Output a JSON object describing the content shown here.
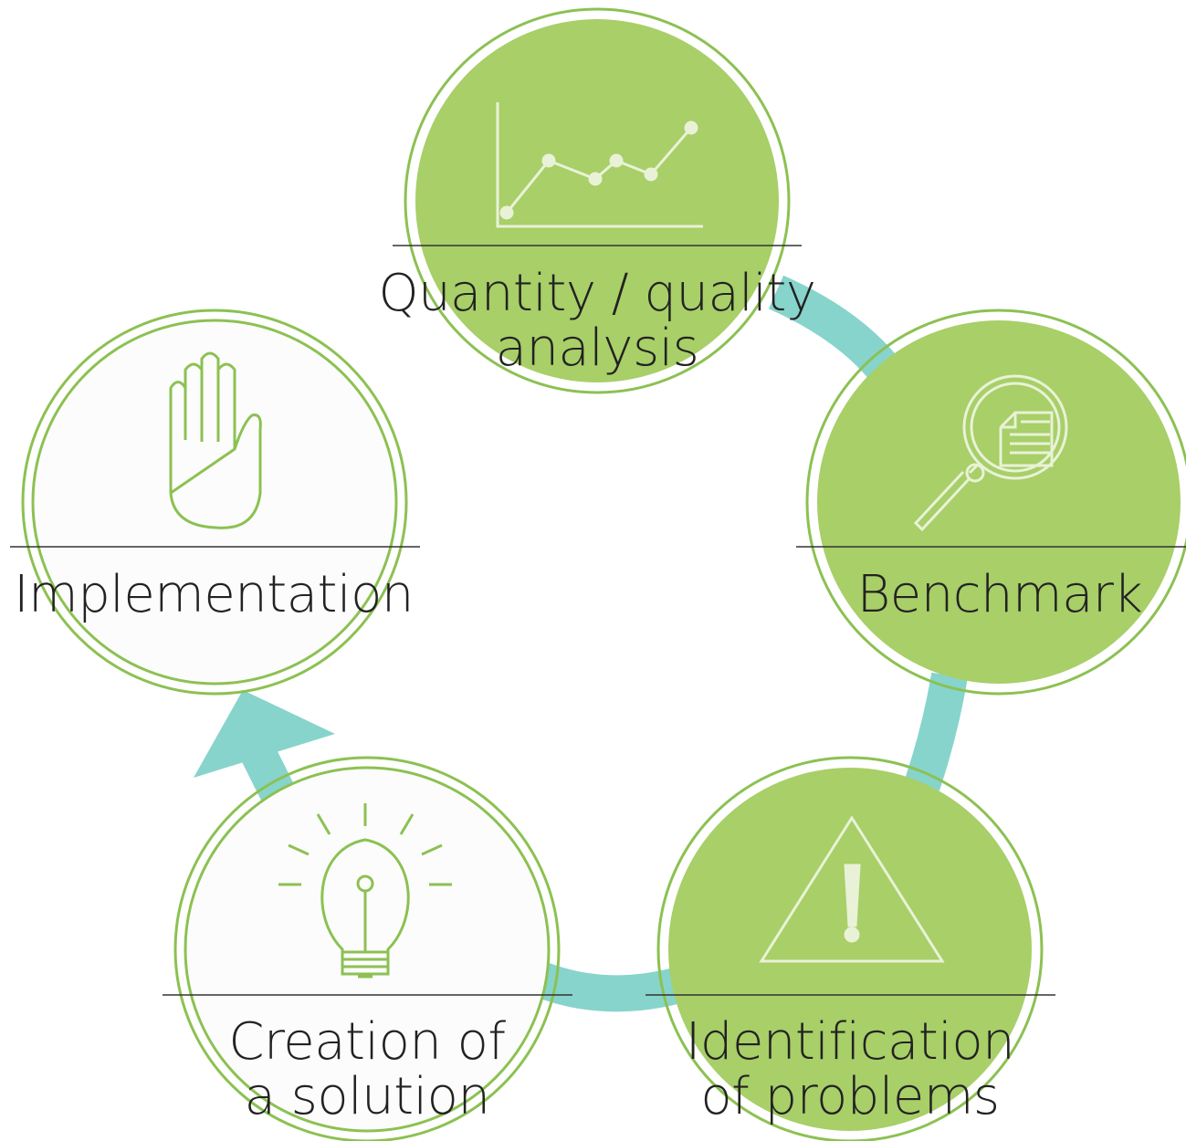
{
  "colors": {
    "green": "#a8cf68",
    "ring": "#8cc152",
    "arrow": "#87d4cc",
    "white_fill": "#fcfcfc",
    "icon_stroke_on_green": "#e9f2d7",
    "icon_stroke_on_white": "#8cc152",
    "rule": "#333333",
    "text": "#222222"
  },
  "steps": [
    {
      "id": "quantity",
      "lines": [
        "Quantity / quality",
        "analysis"
      ],
      "fill": "green",
      "icon": "line-chart-icon"
    },
    {
      "id": "benchmark",
      "lines": [
        "Benchmark"
      ],
      "fill": "green",
      "icon": "magnifier-document-icon"
    },
    {
      "id": "problems",
      "lines": [
        "Identification",
        "of problems"
      ],
      "fill": "green",
      "icon": "warning-triangle-icon"
    },
    {
      "id": "solution",
      "lines": [
        "Creation of",
        "a solution"
      ],
      "fill": "white",
      "icon": "light-bulb-icon"
    },
    {
      "id": "implementation",
      "lines": [
        "Implementation"
      ],
      "fill": "white",
      "icon": "raised-hand-icon"
    }
  ]
}
